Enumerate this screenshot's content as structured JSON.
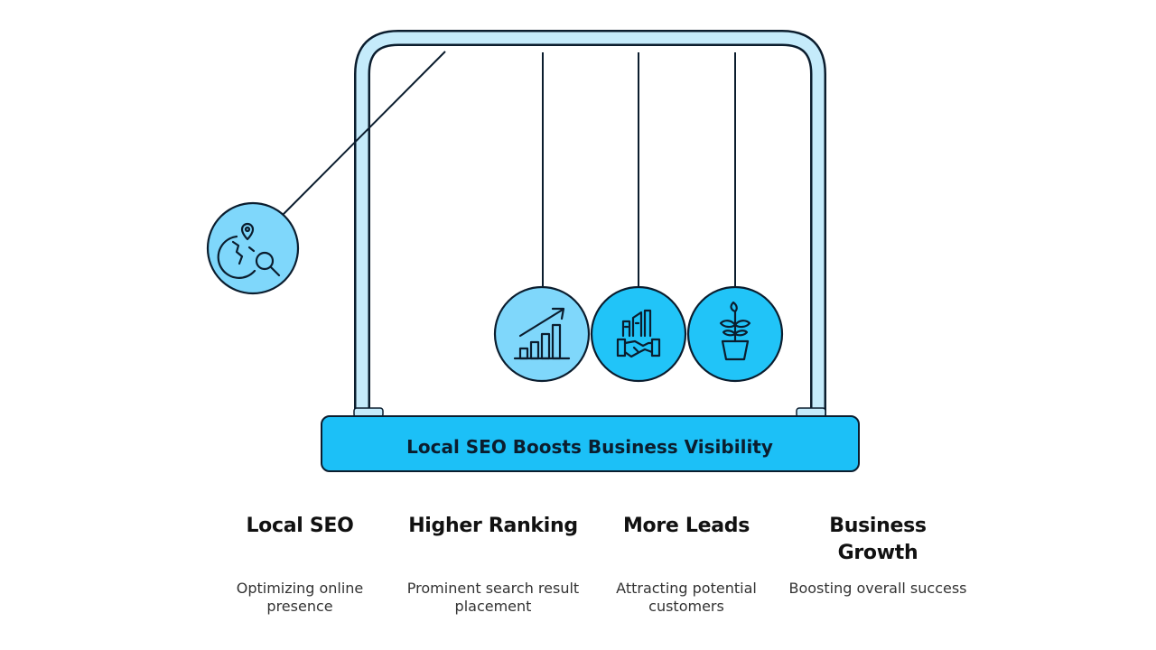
{
  "base_label": "Local SEO Boosts Business Visibility",
  "balls": [
    {
      "icon": "globe-location-search-icon"
    },
    {
      "icon": "growth-chart-icon"
    },
    {
      "icon": "handshake-buildings-icon"
    },
    {
      "icon": "plant-pot-icon"
    }
  ],
  "stages": [
    {
      "title": "Local SEO",
      "desc": "Optimizing online presence"
    },
    {
      "title": "Higher Ranking",
      "desc": "Prominent search result placement"
    },
    {
      "title": "More Leads",
      "desc": "Attracting potential customers"
    },
    {
      "title": "Business Growth",
      "desc": "Boosting overall success"
    }
  ],
  "colors": {
    "frame": "#c5ebfb",
    "ball_light": "#7fd7fb",
    "ball_dark": "#21c4f8",
    "base": "#1cc0f7",
    "outline": "#0b1d2e"
  }
}
